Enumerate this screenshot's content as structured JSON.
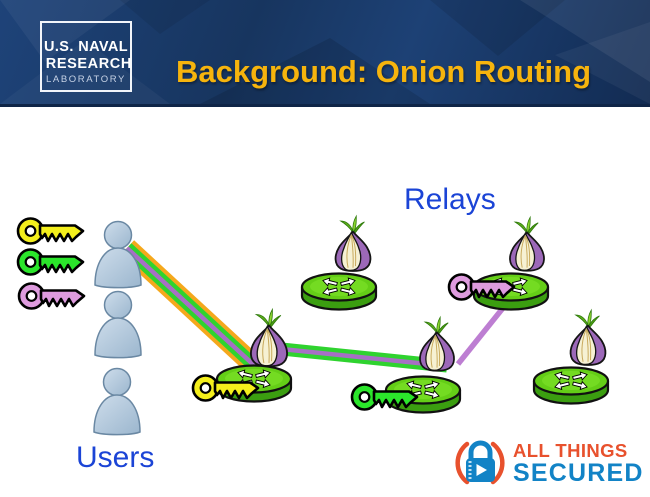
{
  "header": {
    "title": "Background: Onion Routing",
    "logo": {
      "line1": "U.S. NAVAL",
      "line2": "RESEARCH",
      "line3": "LABORATORY"
    }
  },
  "labels": {
    "relays": "Relays",
    "users": "Users"
  },
  "brand": {
    "line1": "ALL THINGS",
    "line2": "SECURED"
  },
  "colors": {
    "header_navy": "#17355F",
    "title_gold": "#F6B40D",
    "label_blue": "#1B44D6",
    "brand_orange": "#E8512D",
    "brand_blue": "#1283C6",
    "key_yellow": "#F4EF1C",
    "key_green": "#2BE52B",
    "key_pink": "#DE9BDE",
    "layer_orange": "#F5A81C",
    "layer_green": "#2FD32F",
    "layer_purple": "#A76FC5",
    "link_purple": "#BD7ED2",
    "router_green": "#64CE17",
    "onion_purple": "#9C68B8"
  },
  "diagram": {
    "users": [
      "user-1",
      "user-2",
      "user-3"
    ],
    "relays": [
      "relay-top",
      "relay-exit",
      "relay-bottom-right",
      "relay-entry",
      "relay-middle"
    ]
  }
}
